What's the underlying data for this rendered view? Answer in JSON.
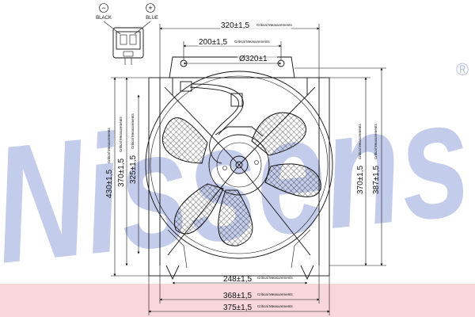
{
  "watermark": {
    "text": "Nissens",
    "registered": "®",
    "color": "#b9c3e6",
    "band_color": "#f7d6dc"
  },
  "connector": {
    "minus_symbol": "−",
    "plus_symbol": "+",
    "minus_label": "BLACK",
    "plus_label": "BLUE"
  },
  "dimensions": [
    {
      "id": "top-width",
      "value": "320±1,5",
      "note": "Critical Measurements"
    },
    {
      "id": "mount-width",
      "value": "200±1,5",
      "note": "Critical Measurements"
    },
    {
      "id": "hole-dia",
      "value": "Ø320±1",
      "note": ""
    },
    {
      "id": "left-430",
      "value": "430±1,5",
      "note": "Critical Measurements"
    },
    {
      "id": "left-370",
      "value": "370±1,5",
      "note": "Critical Measurements"
    },
    {
      "id": "left-325",
      "value": "325±1,5",
      "note": "Critical Measurements"
    },
    {
      "id": "right-370",
      "value": "370±1,5",
      "note": "Critical Measurements"
    },
    {
      "id": "right-387",
      "value": "387±1,5",
      "note": "Critical Measurements"
    },
    {
      "id": "bottom-248",
      "value": "248±1,5",
      "note": "Critical Measurements"
    },
    {
      "id": "bottom-368",
      "value": "368±1,5",
      "note": "Critical Measurements"
    },
    {
      "id": "bottom-375",
      "value": "375±1,5",
      "note": "Critical Measurements"
    }
  ]
}
